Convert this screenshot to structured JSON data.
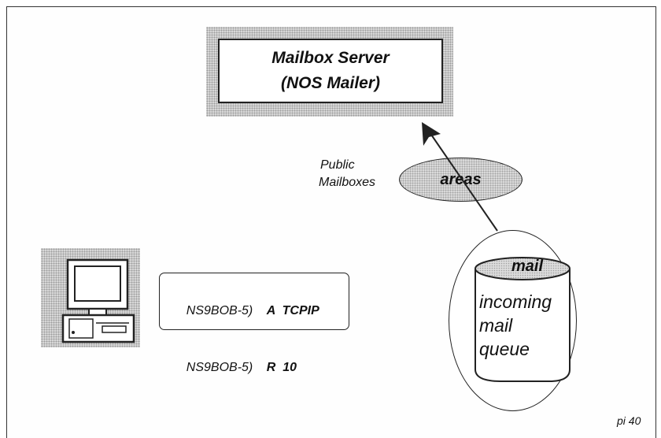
{
  "server": {
    "line1": "Mailbox Server",
    "line2": "(NOS Mailer)"
  },
  "public_label": {
    "line1": "Public",
    "line2": "Mailboxes"
  },
  "areas_label": "areas",
  "queue": {
    "title": "mail",
    "line1": "incoming",
    "line2": "mail",
    "line3": "queue"
  },
  "commands": [
    {
      "prompt": "NS9BOB-5)",
      "code": "A  TCPIP"
    },
    {
      "prompt": "NS9BOB-5)",
      "code": "R  10"
    }
  ],
  "footer": "pi 40",
  "colors": {
    "stipple": "#d9d9d9",
    "line": "#222222"
  }
}
